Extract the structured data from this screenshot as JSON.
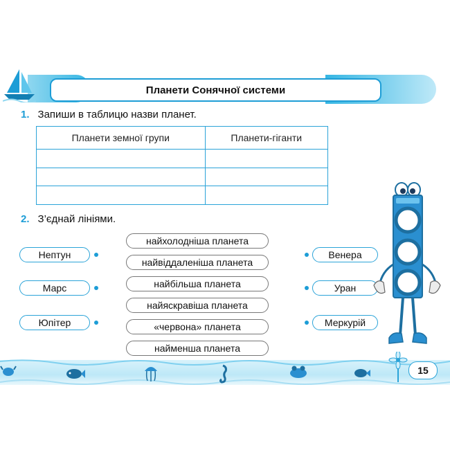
{
  "header": {
    "title": "Планети Сонячної системи"
  },
  "task1": {
    "number": "1.",
    "text": "Запиши в таблицю назви планет."
  },
  "table": {
    "headers": [
      "Планети земної групи",
      "Планети-гіганти"
    ],
    "empty_rows": 3
  },
  "task2": {
    "number": "2.",
    "text": "З’єднай лініями."
  },
  "matching": {
    "left": [
      "Нептун",
      "Марс",
      "Юпітер"
    ],
    "middle": [
      "найхолодніша планета",
      "найвіддаленіша планета",
      "найбільша планета",
      "найяскравіша планета",
      "«червона» планета",
      "найменша планета"
    ],
    "right": [
      "Венера",
      "Уран",
      "Меркурій"
    ]
  },
  "footer": {
    "page_number": "15"
  },
  "colors": {
    "accent": "#1d9dd6",
    "band": "#bde8f7"
  },
  "icons": [
    "sailboat-icon",
    "traffic-light-character",
    "crab-icon",
    "fish-icon",
    "jellyfish-icon",
    "seahorse-icon",
    "frog-icon",
    "flower-icon"
  ]
}
